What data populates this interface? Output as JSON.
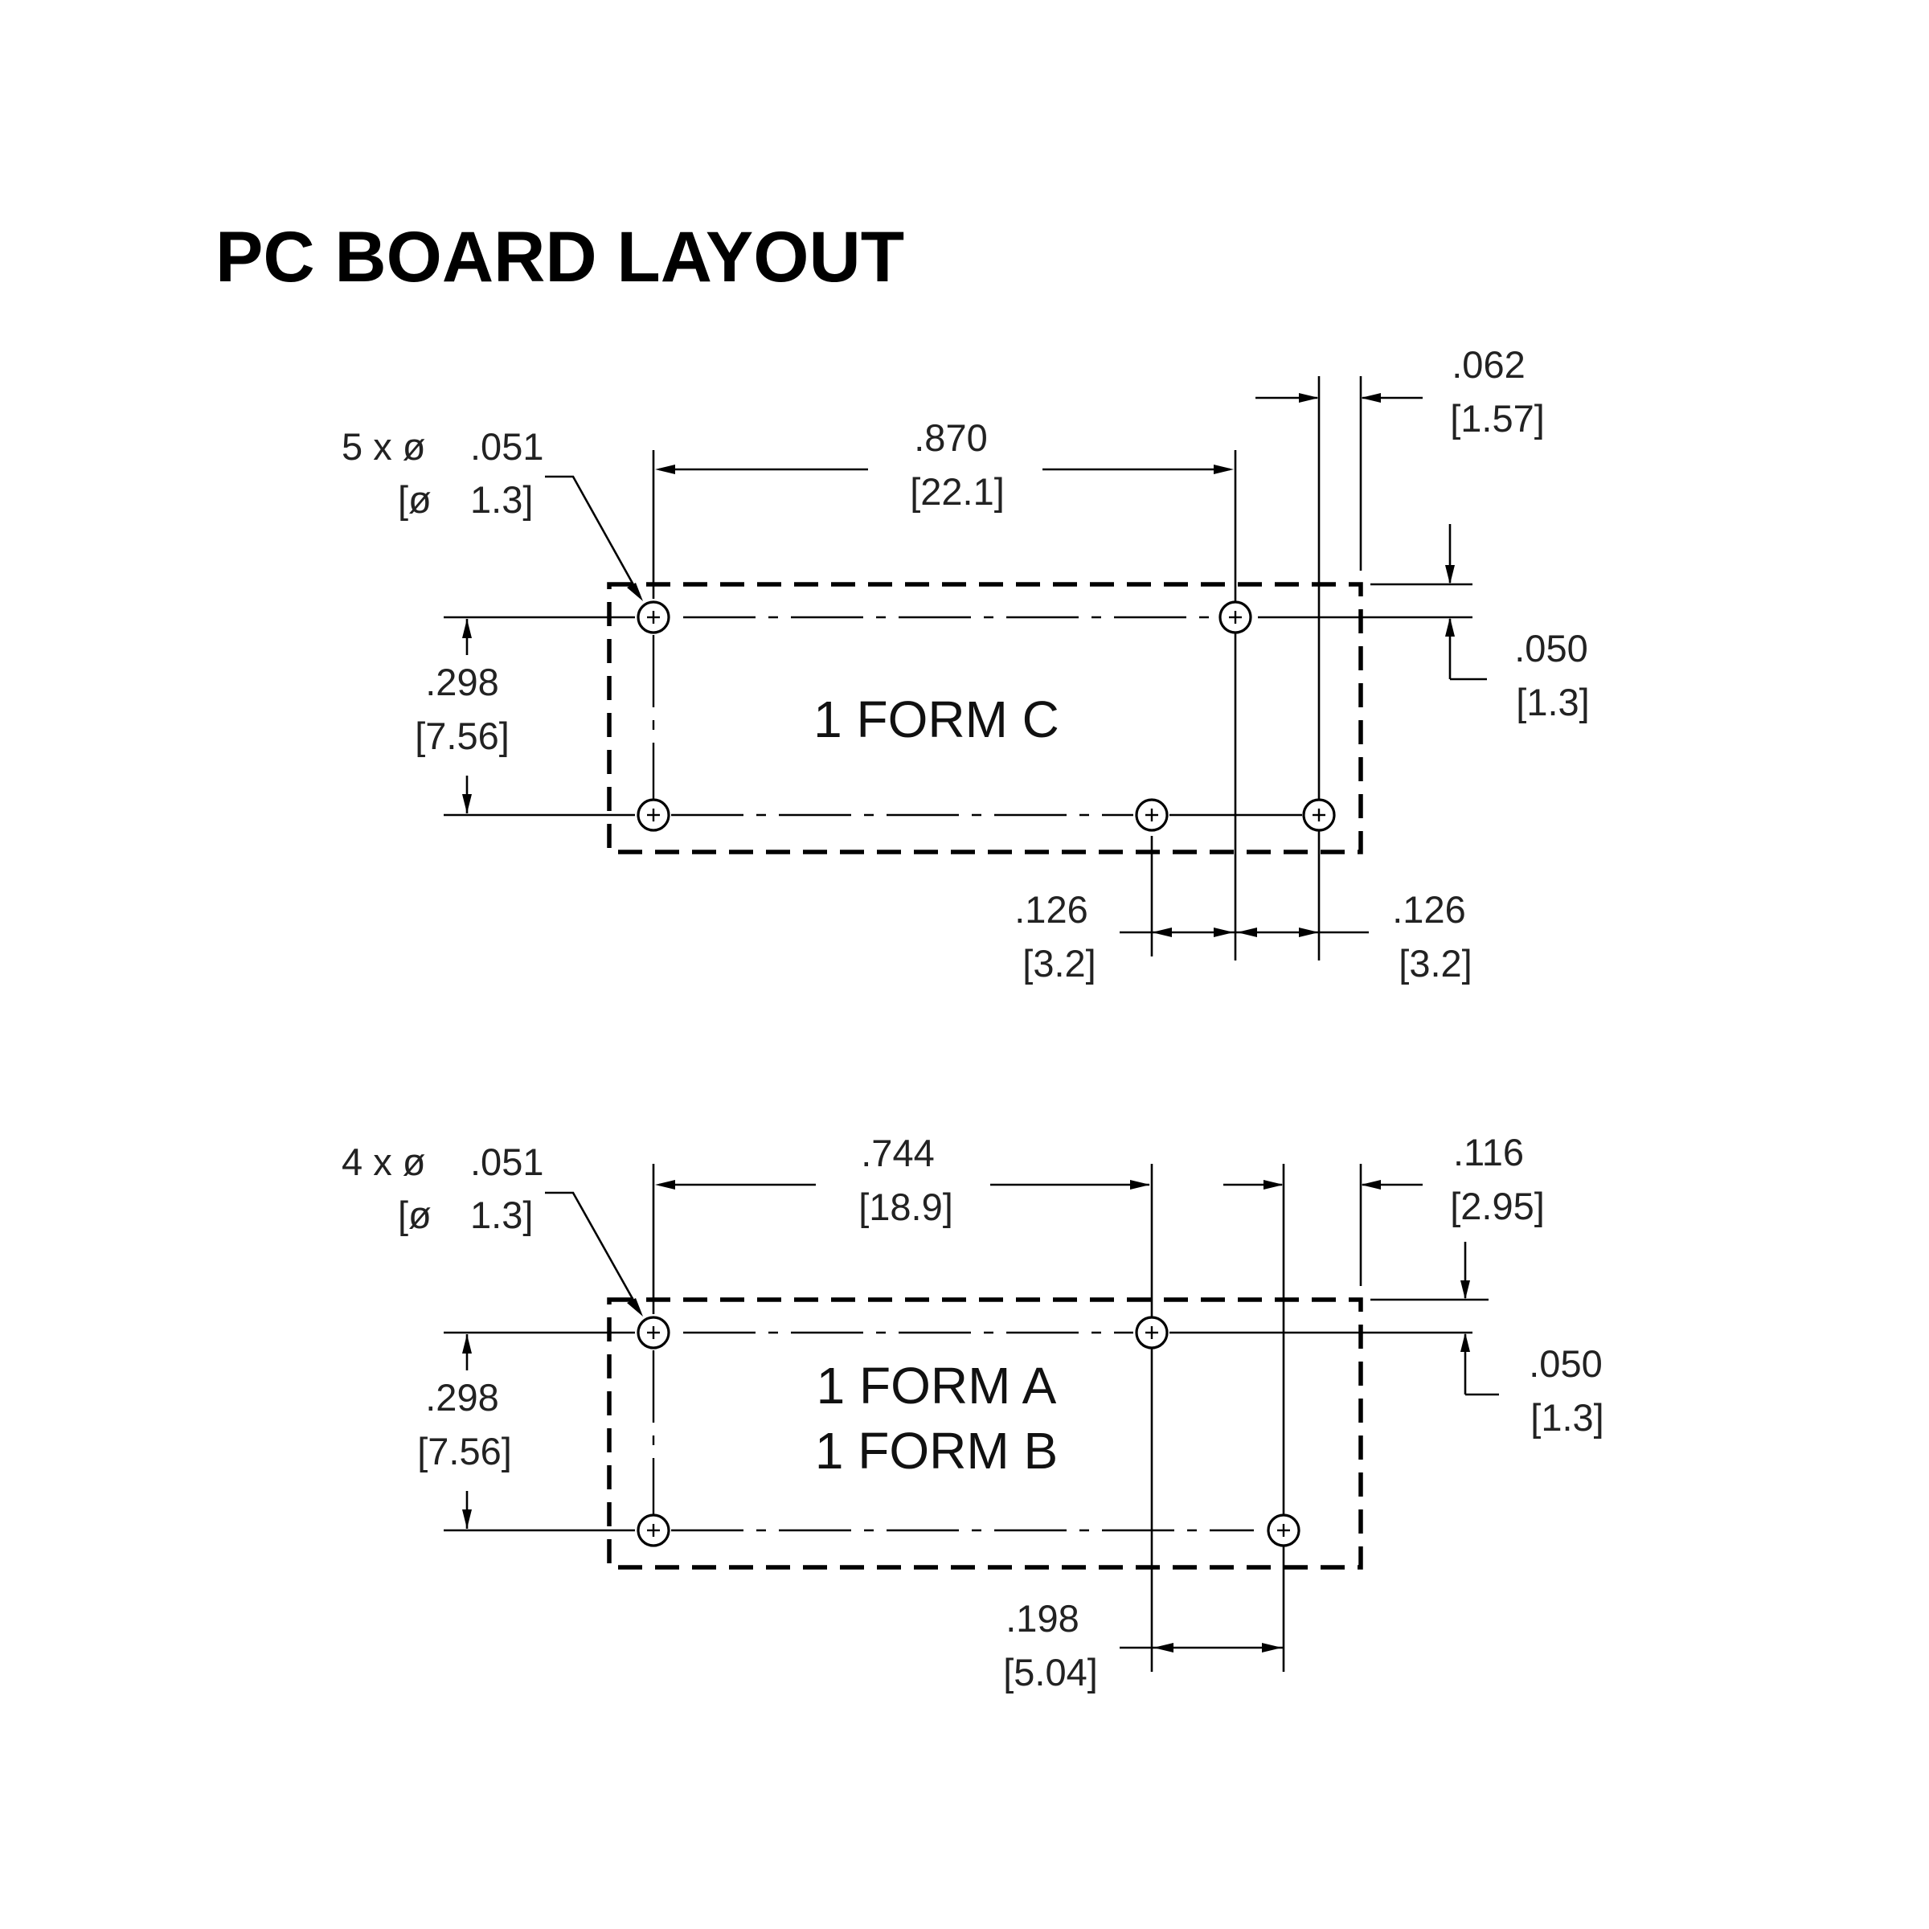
{
  "title": "PC BOARD LAYOUT",
  "form_c": {
    "form_label": "1 FORM C",
    "holes_qty": "5 x ø",
    "hole_dia_in": ".051",
    "hole_dia_mm_prefix": "[ø",
    "hole_dia_mm": "1.3]",
    "pitch_h_in": ".870",
    "pitch_h_mm": "[22.1]",
    "pin_width_in": ".062",
    "pin_width_mm": "[1.57]",
    "edge_offset_in": ".050",
    "edge_offset_mm": "[1.3]",
    "row_spacing_in": ".298",
    "row_spacing_mm": "[7.56]",
    "bottom_left_spacing_in": ".126",
    "bottom_left_spacing_mm": "[3.2]",
    "bottom_right_spacing_in": ".126",
    "bottom_right_spacing_mm": "[3.2]"
  },
  "form_ab": {
    "form_label_a": "1 FORM A",
    "form_label_b": "1 FORM B",
    "holes_qty": "4 x ø",
    "hole_dia_in": ".051",
    "hole_dia_mm_prefix": "[ø",
    "hole_dia_mm": "1.3]",
    "pitch_h_in": ".744",
    "pitch_h_mm": "[18.9]",
    "edge_offset_right_in": ".116",
    "edge_offset_right_mm": "[2.95]",
    "edge_offset_in": ".050",
    "edge_offset_mm": "[1.3]",
    "row_spacing_in": ".298",
    "row_spacing_mm": "[7.56]",
    "bottom_spacing_in": ".198",
    "bottom_spacing_mm": "[5.04]"
  }
}
